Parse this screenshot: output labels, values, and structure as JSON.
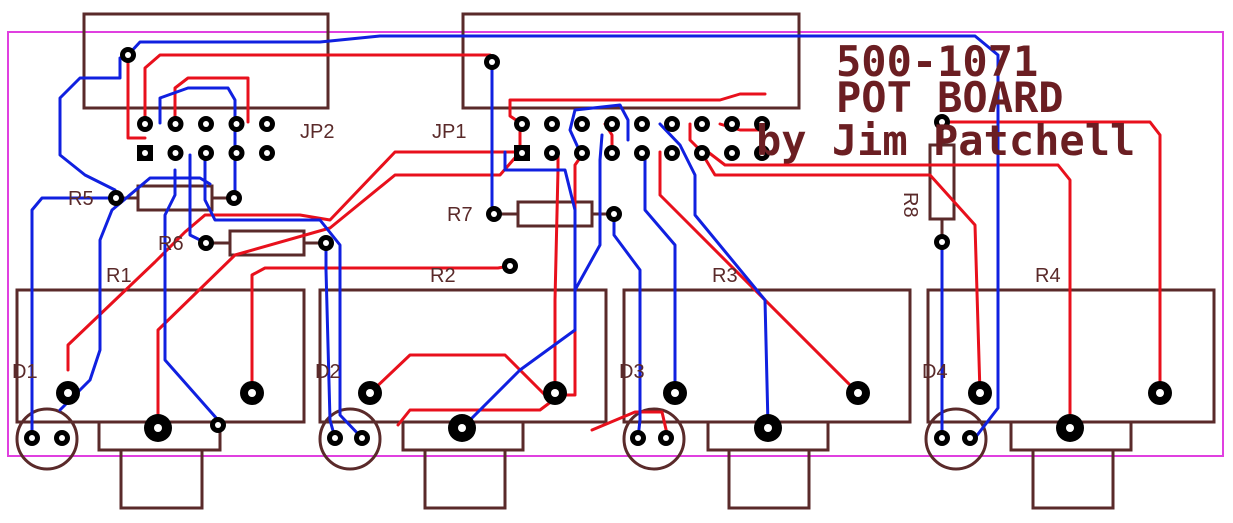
{
  "title": {
    "part_number": "500-1071",
    "board_name": "POT BOARD",
    "author": "by Jim Patchell"
  },
  "labels": {
    "jp2": "JP2",
    "jp1": "JP1",
    "r5": "R5",
    "r6": "R6",
    "r7": "R7",
    "r8": "R8",
    "r1": "R1",
    "r2": "R2",
    "r3": "R3",
    "r4": "R4",
    "d1": "D1",
    "d2": "D2",
    "d3": "D3",
    "d4": "D4"
  },
  "colors": {
    "board_outline": "#e040e0",
    "silkscreen": "#5a2a2a",
    "top_trace": "#e8101c",
    "bottom_trace": "#1020e0",
    "title": "#6b1e22"
  }
}
